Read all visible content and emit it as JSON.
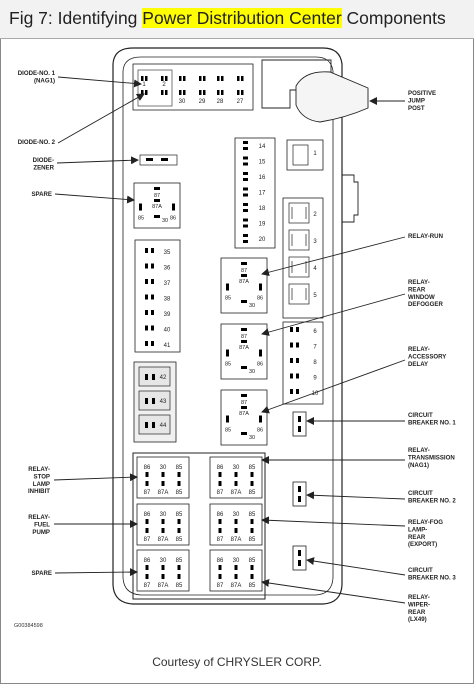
{
  "title": {
    "prefix": "Fig 7: Identifying ",
    "highlight": "Power Distribution Center",
    "suffix": " Components"
  },
  "colors": {
    "highlight": "#ffff00",
    "line": "#222222",
    "fill_gray": "#e6e6e6"
  },
  "figure_id": "G00384598",
  "courtesy": "Courtesy of CHRYSLER CORP.",
  "callouts_left": [
    {
      "id": "diode1",
      "lines": [
        "DIODE-NO. 1",
        "(NAG1)"
      ]
    },
    {
      "id": "diode2",
      "lines": [
        "DIODE-NO. 2"
      ]
    },
    {
      "id": "zener",
      "lines": [
        "DIODE-",
        "ZENER"
      ]
    },
    {
      "id": "spare1",
      "lines": [
        "SPARE"
      ]
    },
    {
      "id": "stoplamp",
      "lines": [
        "RELAY-",
        "STOP",
        "LAMP",
        "INHIBIT"
      ]
    },
    {
      "id": "fuelpump",
      "lines": [
        "RELAY-",
        "FUEL",
        "PUMP"
      ]
    },
    {
      "id": "spare2",
      "lines": [
        "SPARE"
      ]
    }
  ],
  "callouts_right": [
    {
      "id": "jumppost",
      "lines": [
        "POSITIVE",
        "JUMP",
        "POST"
      ]
    },
    {
      "id": "run",
      "lines": [
        "RELAY-RUN"
      ]
    },
    {
      "id": "defog",
      "lines": [
        "RELAY-",
        "REAR",
        "WINDOW",
        "DEFOGGER"
      ]
    },
    {
      "id": "accdelay",
      "lines": [
        "RELAY-",
        "ACCESSORY",
        "DELAY"
      ]
    },
    {
      "id": "cb1",
      "lines": [
        "CIRCUIT",
        "BREAKER NO. 1"
      ]
    },
    {
      "id": "trans",
      "lines": [
        "RELAY-",
        "TRANSMISSION",
        "(NAG1)"
      ]
    },
    {
      "id": "cb2",
      "lines": [
        "CIRCUIT",
        "BREAKER NO. 2"
      ]
    },
    {
      "id": "foglamp",
      "lines": [
        "RELAY-FOG",
        "LAMP-",
        "REAR",
        "(EXPORT)"
      ]
    },
    {
      "id": "cb3",
      "lines": [
        "CIRCUIT",
        "BREAKER NO. 3"
      ]
    },
    {
      "id": "wiper",
      "lines": [
        "RELAY-",
        "WIPER-",
        "REAR",
        "(LX49)"
      ]
    }
  ],
  "top_fuse_labels": [
    "1",
    "2",
    "30",
    "29",
    "28",
    "27"
  ],
  "fuses_14_20": [
    "14",
    "15",
    "16",
    "17",
    "18",
    "19",
    "20"
  ],
  "fuses_35_41": [
    "35",
    "36",
    "37",
    "38",
    "39",
    "40",
    "41"
  ],
  "fuses_42_44": [
    "42",
    "43",
    "44"
  ],
  "fuses_1_5": [
    "1",
    "2",
    "3",
    "4",
    "5"
  ],
  "fuses_6_10": [
    "6",
    "7",
    "8",
    "9",
    "10"
  ],
  "relay_terminals": {
    "t87": "87",
    "t87a": "87A",
    "t85": "85",
    "t86": "86",
    "t30": "30"
  },
  "micro_relay_row1": [
    "86",
    "30",
    "85"
  ],
  "micro_relay_row2": [
    "87",
    "87A",
    "85"
  ]
}
